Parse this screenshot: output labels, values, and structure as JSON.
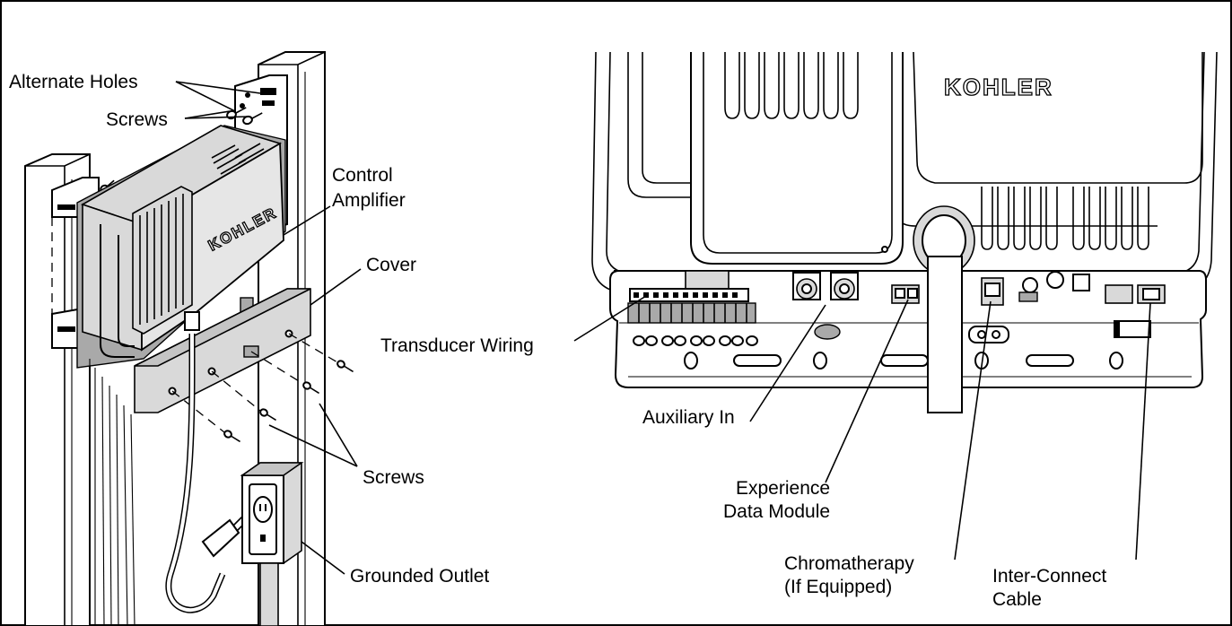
{
  "labels": {
    "alternate_holes": "Alternate Holes",
    "screws_top": "Screws",
    "control": "Control",
    "amplifier": "Amplifier",
    "cover": "Cover",
    "screws_bottom": "Screws",
    "grounded_outlet": "Grounded Outlet",
    "transducer_wiring": "Transducer Wiring",
    "auxiliary_in": "Auxiliary In",
    "experience": "Experience",
    "data_module": "Data Module",
    "chromatherapy": "Chromatherapy",
    "if_equipped": "(If Equipped)",
    "inter_connect": "Inter-Connect",
    "cable": "Cable"
  },
  "brand": {
    "amplifier_logo": "KOHLER",
    "bath_logo": "KOHLER"
  }
}
